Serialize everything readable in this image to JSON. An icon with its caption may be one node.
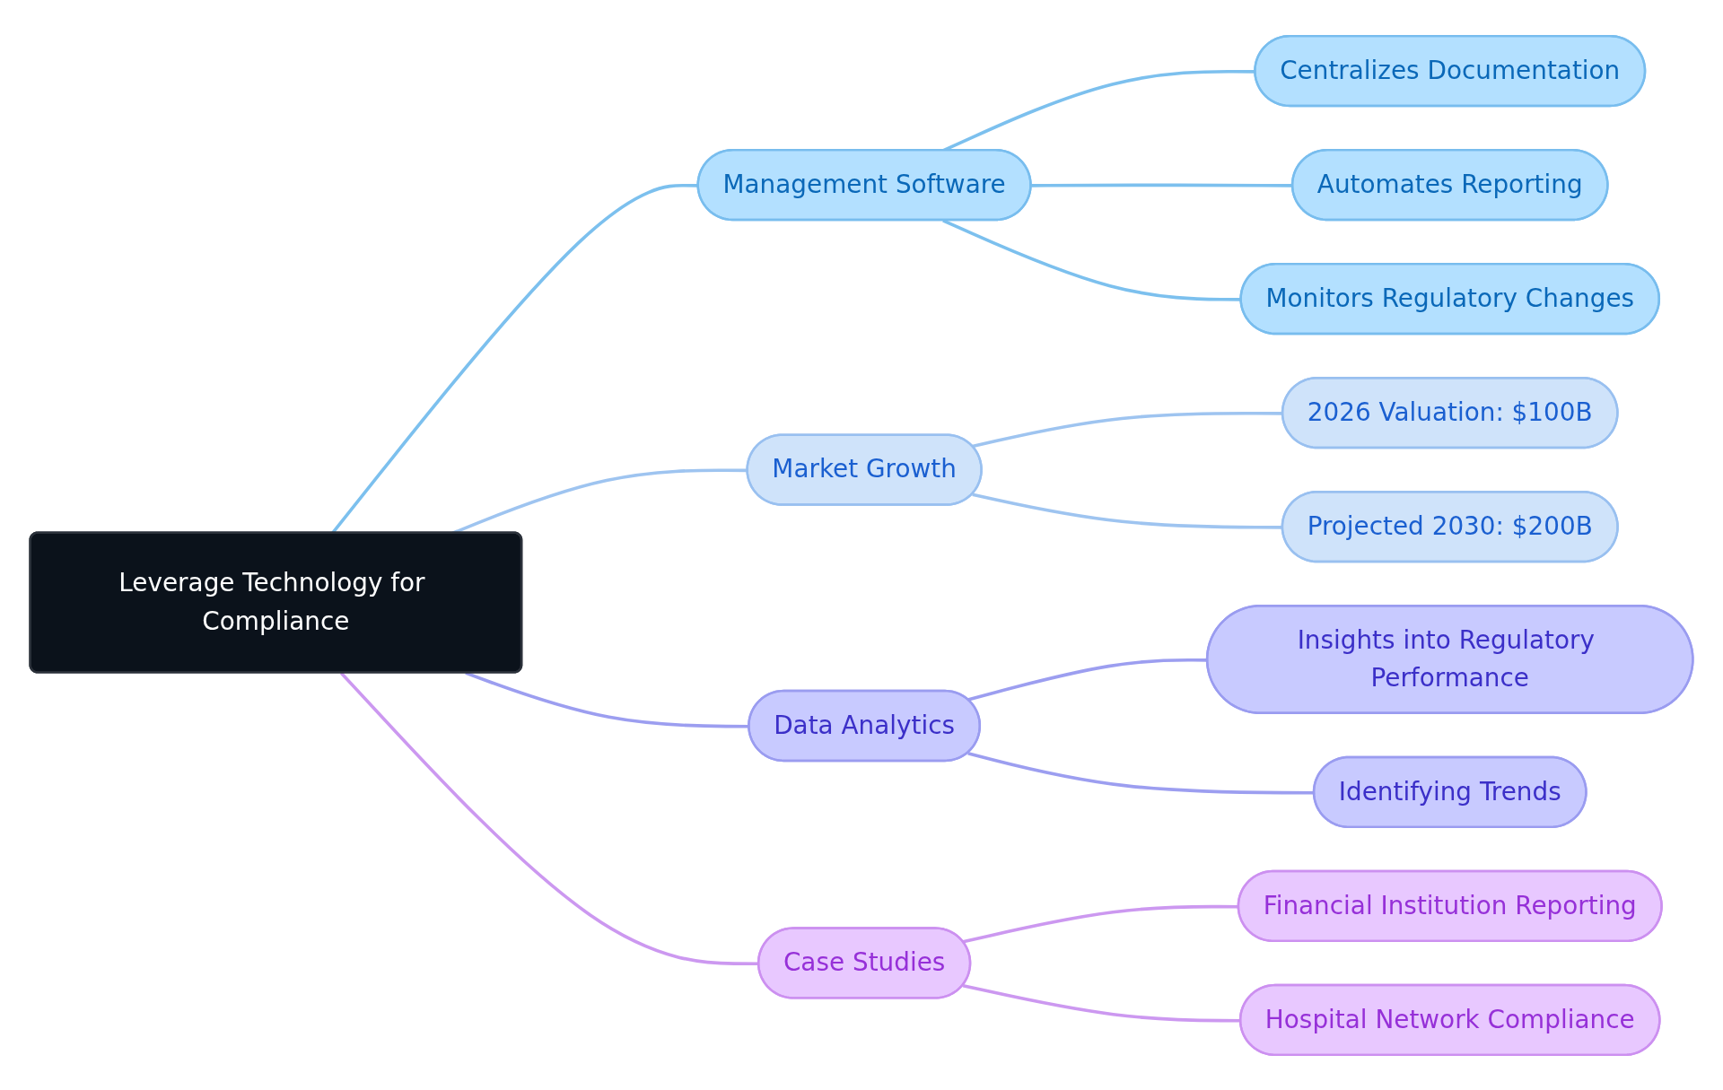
{
  "diagram": {
    "nodes": [
      {
        "text": [
          "Leverage Technology for Compliance"
        ]
      },
      {
        "text": [
          "Management Software"
        ]
      },
      {
        "text": [
          "Centralizes Documentation"
        ]
      },
      {
        "text": [
          "Automates Reporting"
        ]
      },
      {
        "text": [
          "Monitors Regulatory Changes"
        ]
      },
      {
        "text": [
          "Market Growth"
        ]
      },
      {
        "text": [
          "2026 Valuation: $100B"
        ]
      },
      {
        "text": [
          "Projected 2030: $200B"
        ]
      },
      {
        "text": [
          "Data Analytics"
        ]
      },
      {
        "text": [
          "Insights into Regulatory Performance"
        ]
      },
      {
        "text": [
          "Identifying Trends"
        ]
      },
      {
        "text": [
          "Case Studies"
        ]
      },
      {
        "text": [
          "Financial Institution Reporting"
        ]
      },
      {
        "text": [
          "Hospital Network Compliance"
        ]
      }
    ],
    "edges": [
      {
        "from": 0,
        "to": 1,
        "arrow": "none"
      },
      {
        "from": 1,
        "to": 2,
        "arrow": "none"
      },
      {
        "from": 1,
        "to": 3,
        "arrow": "none"
      },
      {
        "from": 1,
        "to": 4,
        "arrow": "none"
      },
      {
        "from": 0,
        "to": 5,
        "arrow": "none",
        "color": "#9ec4f0"
      },
      {
        "from": 5,
        "to": 6,
        "arrow": "none",
        "color": "#9ec4f0"
      },
      {
        "from": 5,
        "to": 7,
        "arrow": "none",
        "color": "#9ec4f0"
      },
      {
        "from": 0,
        "to": 8,
        "arrow": "none",
        "color": "#9c9ef0"
      },
      {
        "from": 8,
        "to": 9,
        "arrow": "none",
        "color": "#9c9ef0"
      },
      {
        "from": 8,
        "to": 10,
        "arrow": "none",
        "color": "#9c9ef0"
      },
      {
        "from": 0,
        "to": 11,
        "arrow": "none",
        "color": "#cc98f0"
      },
      {
        "from": 11,
        "to": 12,
        "arrow": "none",
        "color": "#cc98f0"
      },
      {
        "from": 11,
        "to": 13,
        "arrow": "none",
        "color": "#cc98f0"
      }
    ]
  }
}
